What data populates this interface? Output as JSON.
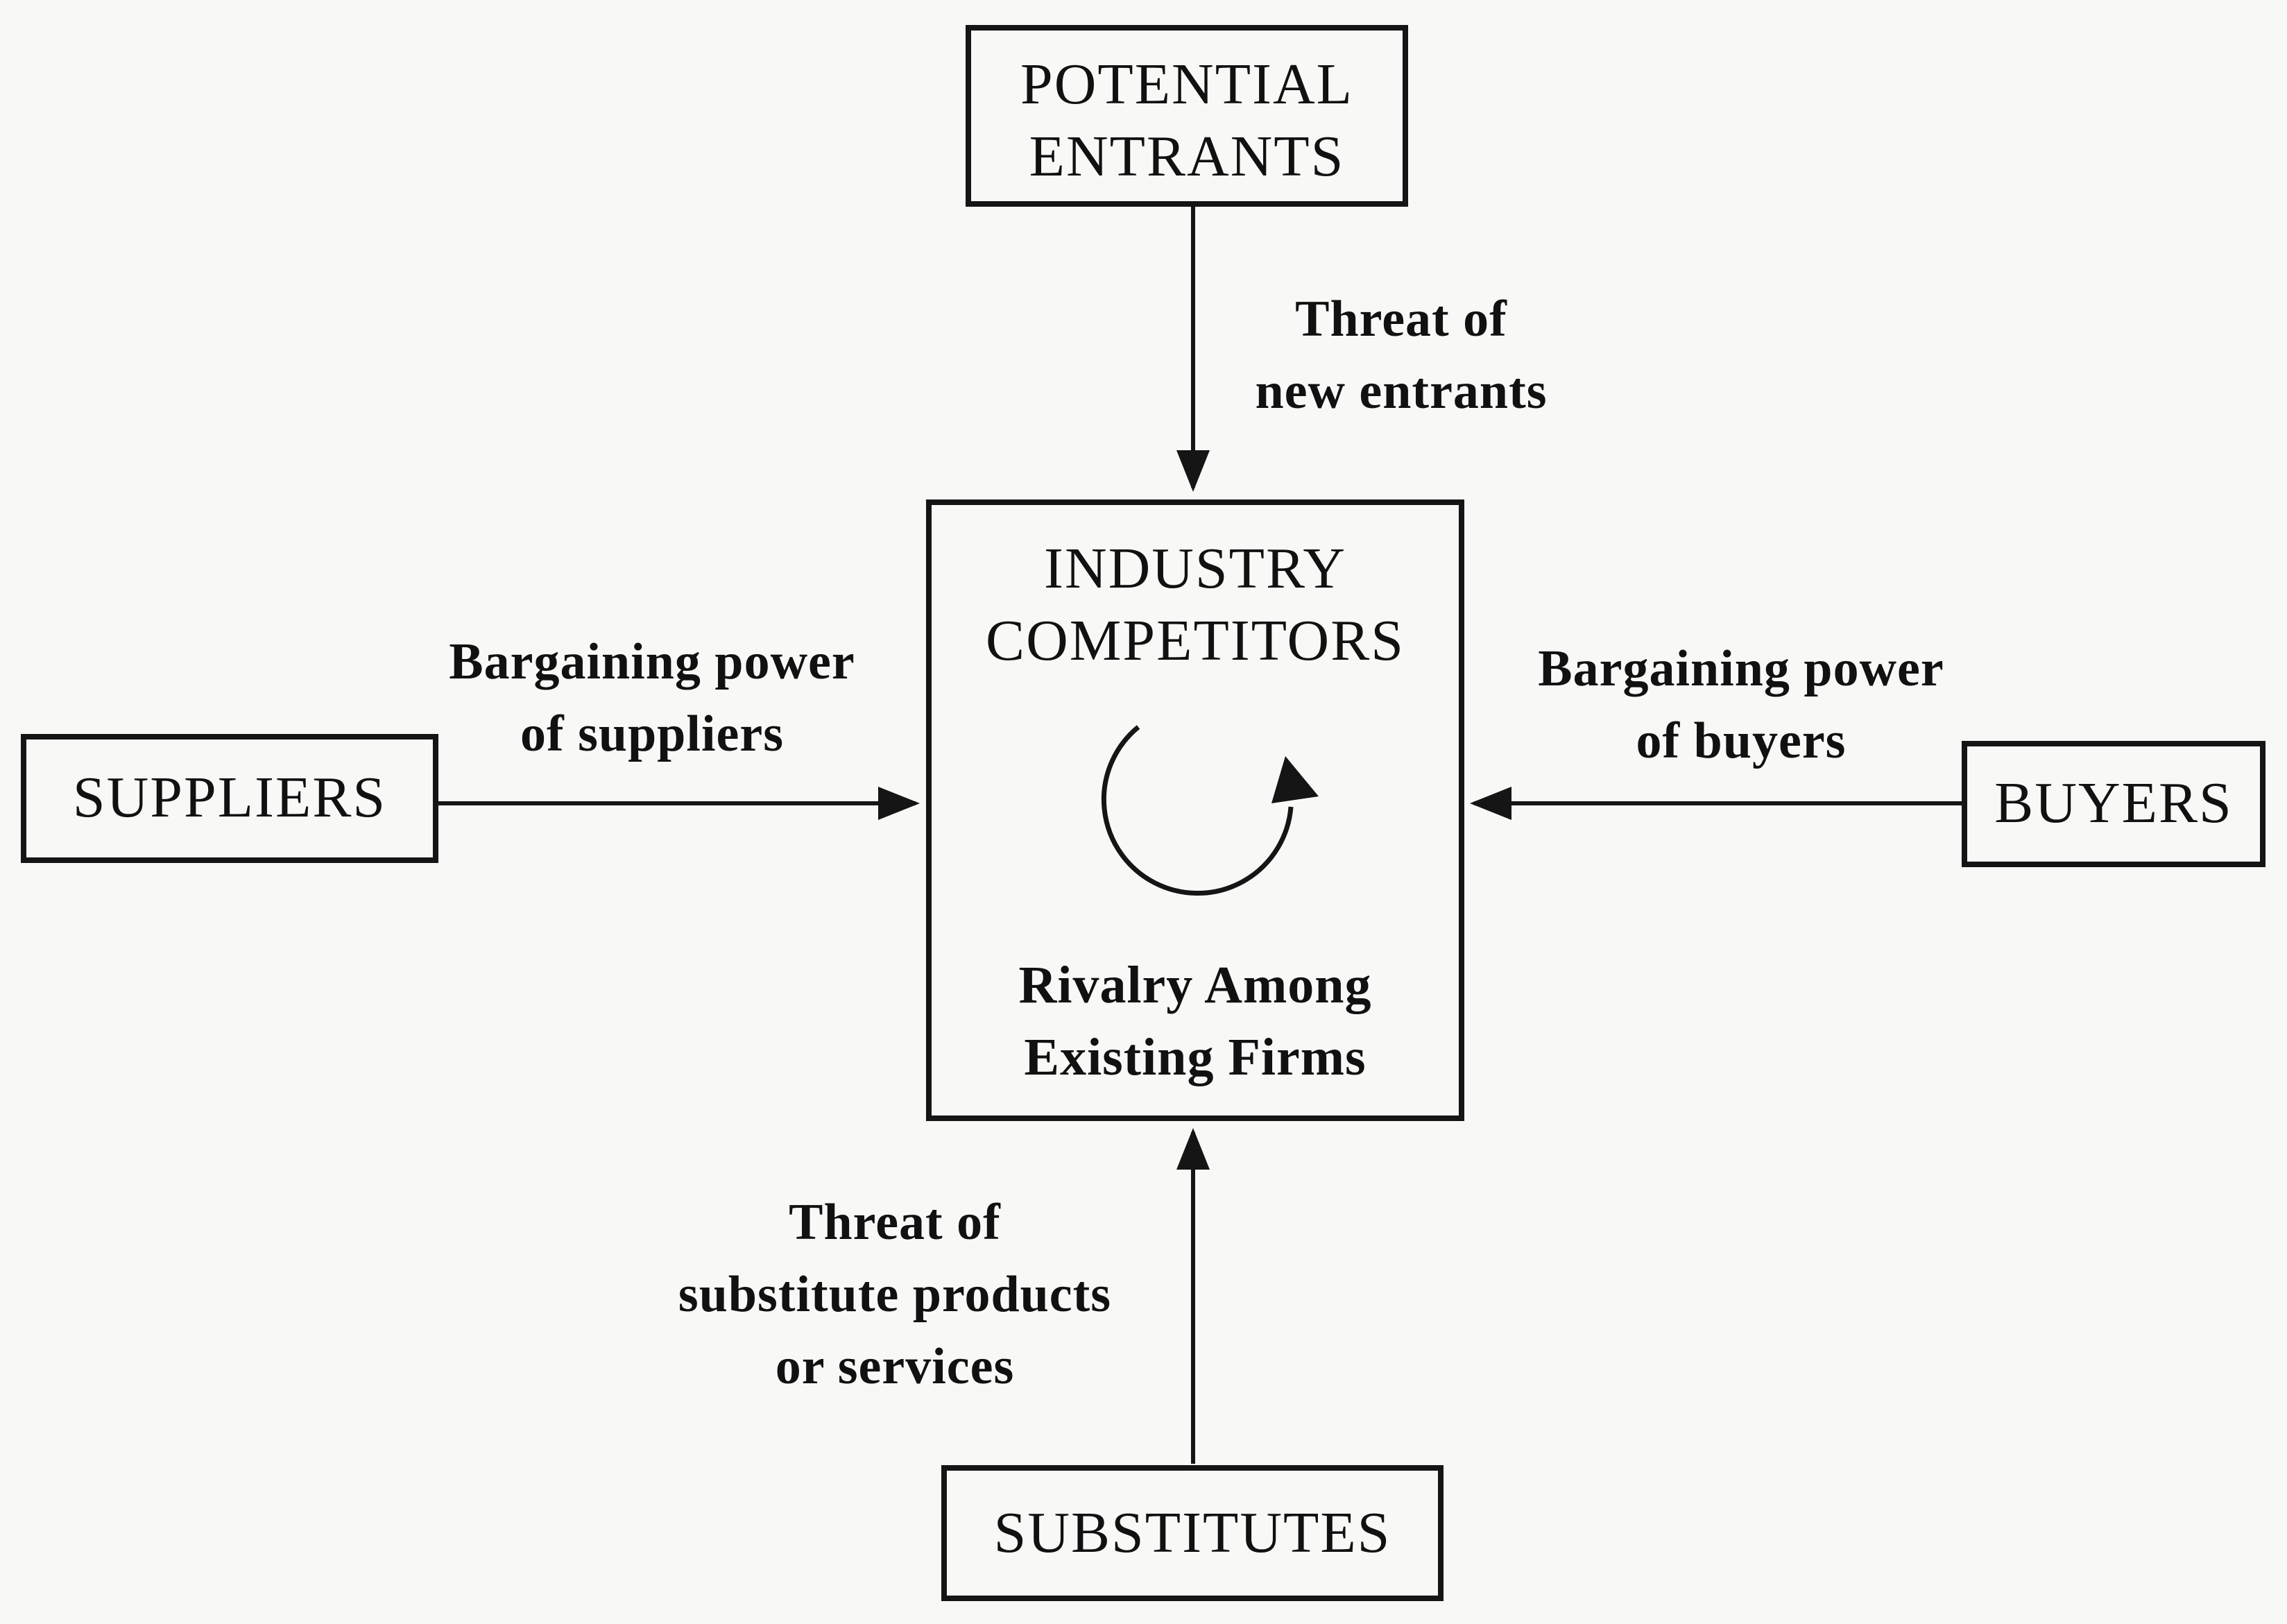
{
  "boxes": {
    "potential_entrants": "POTENTIAL\nENTRANTS",
    "industry_competitors": "INDUSTRY\nCOMPETITORS",
    "rivalry": "Rivalry Among\nExisting Firms",
    "suppliers": "SUPPLIERS",
    "buyers": "BUYERS",
    "substitutes": "SUBSTITUTES"
  },
  "edge_labels": {
    "new_entrants": "Threat of\nnew entrants",
    "suppliers_power": "Bargaining power\nof suppliers",
    "buyers_power": "Bargaining power\nof buyers",
    "substitutes_threat": "Threat of\nsubstitute products\nor services"
  }
}
